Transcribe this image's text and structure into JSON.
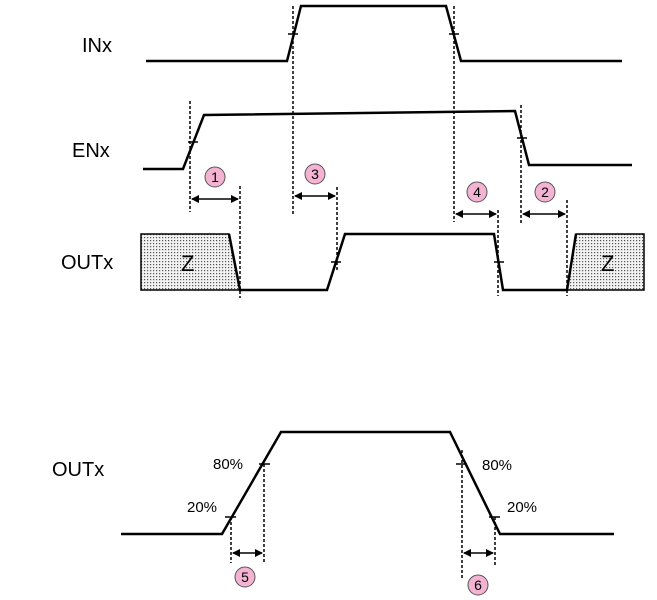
{
  "signals": {
    "in_label": "INx",
    "en_label": "ENx",
    "out_label": "OUTx",
    "out2_label": "OUTx"
  },
  "hiz": {
    "left_label": "Z",
    "right_label": "Z"
  },
  "levels": {
    "p80_rise": "80%",
    "p20_rise": "20%",
    "p80_fall": "80%",
    "p20_fall": "20%"
  },
  "markers": [
    "1",
    "2",
    "3",
    "4",
    "5",
    "6"
  ],
  "colors": {
    "marker_fill": "#f4b3d3",
    "line": "#000000",
    "background": "#ffffff"
  }
}
